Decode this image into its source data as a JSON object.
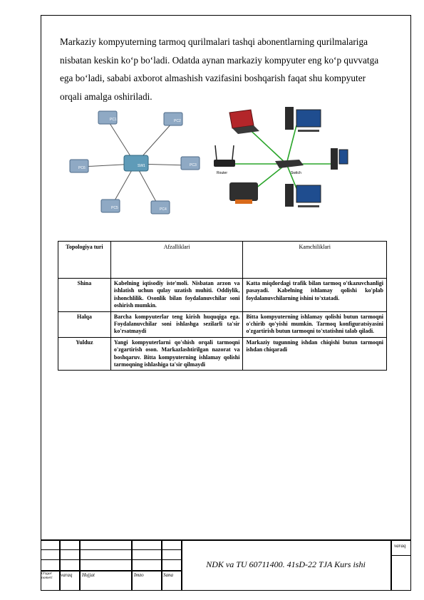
{
  "paragraph": "Markaziy kompyuterning tarmoq qurilmalari tashqi abonentlarning qurilmalariga nisbatan keskin ko‘p bo‘ladi. Odatda aynan markaziy kompyuter eng ko‘p quvvatga ega bo‘ladi, sababi axborot almashish vazifasini boshqarish faqat shu kompyuter orqali amalga oshiriladi.",
  "figure": {
    "star_nodes": [
      "PC1",
      "PC2",
      "PC3",
      "PC4",
      "PC5",
      "PC6"
    ],
    "hub_label": "SW1",
    "router_label": "Router",
    "switch_label": "Switch"
  },
  "table": {
    "headers": [
      "Topologiya turi",
      "Afzalliklari",
      "Kamchiliklari"
    ],
    "rows": [
      {
        "name": "Shina",
        "pros": "Kabelning iqtisodiy iste'moli. Nisbatan arzon va ishlatish uchun qulay uzatish muhiti. Oddiylik, ishonchlilik. Osonlik bilan foydalanuvchilar soni oshirish mumkin.",
        "cons": "Katta miqdordagi trafik bilan tarmoq o'tkazuvchanligi pasayadi. Kabelning ishlamay qolishi ko'plab foydalanuvchilarning ishini to'xtatadi."
      },
      {
        "name": "Halqa",
        "pros": "Barcha kompyuterlar teng kirish huquqiga ega. Foydalanuvchilar soni ishlashga sezilarli ta'sir ko'rsatmaydi",
        "cons": "Bitta kompyuterning ishlamay qolishi butun tarmoqni o'chirib qo'yishi mumkin. Tarmoq konfiguratsiyasini o'zgartirish butun tarmoqni to'xtatishni talab qiladi."
      },
      {
        "name": "Yulduz",
        "pros": "Yangi kompyuterlarni qo'shish orqali tarmoqni o'zgartirish oson. Markazlashtirilgan nazorat va boshqaruv. Bitta kompyuterning ishlamay qolishi tarmoqning ishlashiga ta'sir qilmaydi",
        "cons": "Markaziy tugunning ishdan chiqishi butun tarmoqni ishdan chiqaradi"
      }
    ]
  },
  "title_block": {
    "document_code": "NDK va TU 60711400. 41sD-22 TJA Kurs ishi",
    "sheet_label": "varaq",
    "col_ozgar": "O'zgar",
    "col_varaq": "varaq",
    "col_hujjat": "Hujjat",
    "col_imzo": "Imzo",
    "col_sana": "Sana",
    "col_nomer": "nomeri"
  }
}
